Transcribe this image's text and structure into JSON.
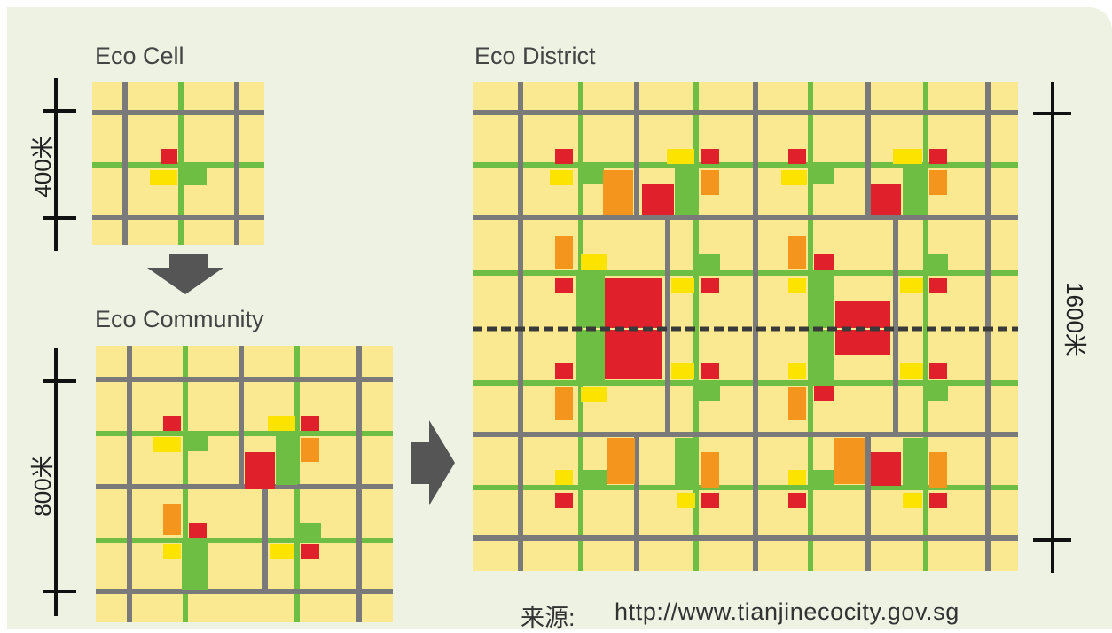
{
  "titles": {
    "cell": "Eco Cell",
    "community": "Eco Community",
    "district": "Eco District"
  },
  "dimensions": {
    "cell": "400米",
    "community": "800米",
    "district": "1600米"
  },
  "source": {
    "label": "来源:",
    "url": "http://www.tianjinecocity.gov.sg"
  },
  "colors": {
    "background": "#eef2e3",
    "block": "#fae990",
    "road": "#7a7a7a",
    "green_axis": "#6fbe44",
    "civic_red": "#e0202a",
    "commercial_orange": "#f4961e",
    "residential_yellow": "#fde300",
    "arrow": "#555555",
    "dimension_line": "#111111"
  },
  "arrows": [
    "arrow-down",
    "arrow-right"
  ]
}
